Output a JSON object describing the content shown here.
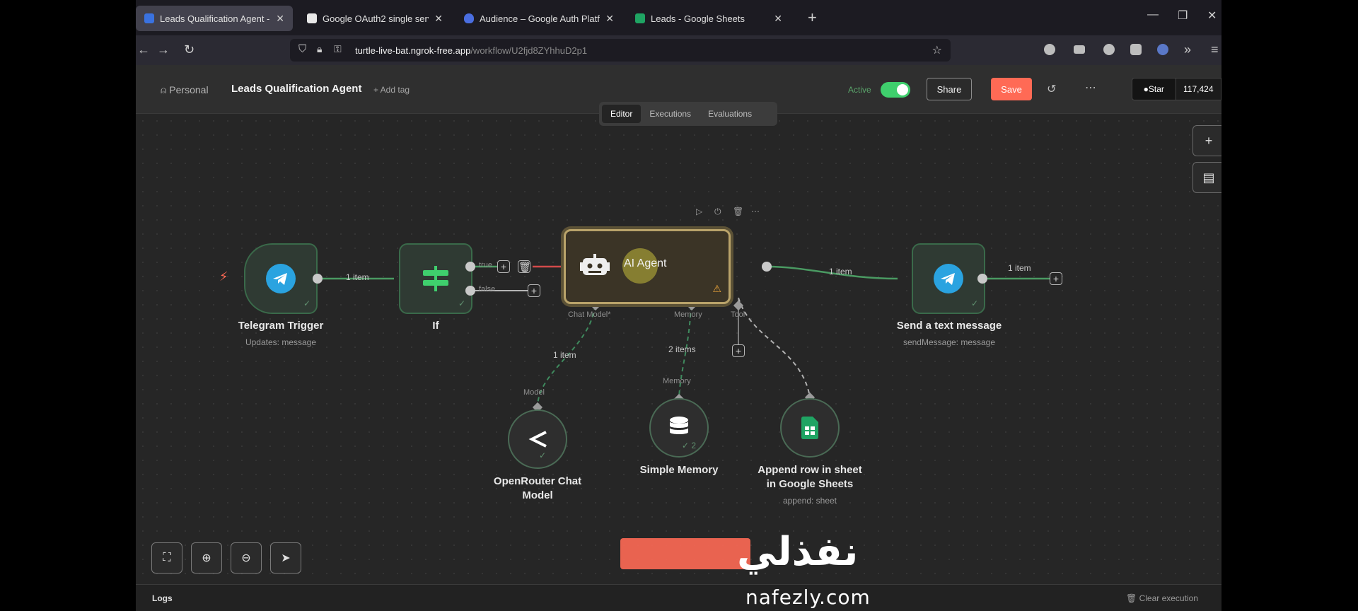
{
  "browser": {
    "tabs": [
      {
        "label": "Leads Qualification Agent -",
        "active": true
      },
      {
        "label": "Google OAuth2 single service |",
        "active": false
      },
      {
        "label": "Audience – Google Auth Platfo",
        "active": false
      },
      {
        "label": "Leads - Google Sheets",
        "active": false
      }
    ],
    "url_main": "turtle-live-bat.ngrok-free.app",
    "url_path": "/workflow/U2fjd8ZYhhuD2p1"
  },
  "header": {
    "project": "Personal",
    "workflow_name": "Leads Qualification Agent",
    "add_tag": "+ Add tag",
    "active_label": "Active",
    "share": "Share",
    "save": "Save",
    "github_star": "Star",
    "github_count": "117,424"
  },
  "view_tabs": [
    "Editor",
    "Executions",
    "Evaluations"
  ],
  "nodes": {
    "telegram_trigger": {
      "label": "Telegram Trigger",
      "sub": "Updates: message"
    },
    "if": {
      "label": "If"
    },
    "ai_agent": {
      "label": "AI Agent"
    },
    "send_message": {
      "label": "Send a text message",
      "sub": "sendMessage: message"
    },
    "openrouter": {
      "label": "OpenRouter Chat\nModel"
    },
    "memory": {
      "label": "Simple Memory",
      "badge": "2"
    },
    "sheets": {
      "label": "Append row in sheet\nin Google Sheets",
      "sub": "append: sheet"
    }
  },
  "edges": {
    "trigger_to_if": "1 item",
    "if_true": "true",
    "if_false": "false",
    "agent_to_send": "1 item",
    "send_out": "1 item",
    "model_items": "1 item",
    "memory_items": "2 items"
  },
  "ports": {
    "chat_model": "Chat Model*",
    "memory": "Memory",
    "tool": "Tool",
    "model_in": "Model",
    "memory_in": "Memory"
  },
  "footer": {
    "logs": "Logs",
    "clear_execution": "Clear execution"
  },
  "watermark": {
    "arabic": "نفذلي",
    "latin": "nafezly.com"
  },
  "colors": {
    "accent": "#ff6a55",
    "active_green": "#3fcf6d",
    "agent_border": "#b9a36a"
  }
}
